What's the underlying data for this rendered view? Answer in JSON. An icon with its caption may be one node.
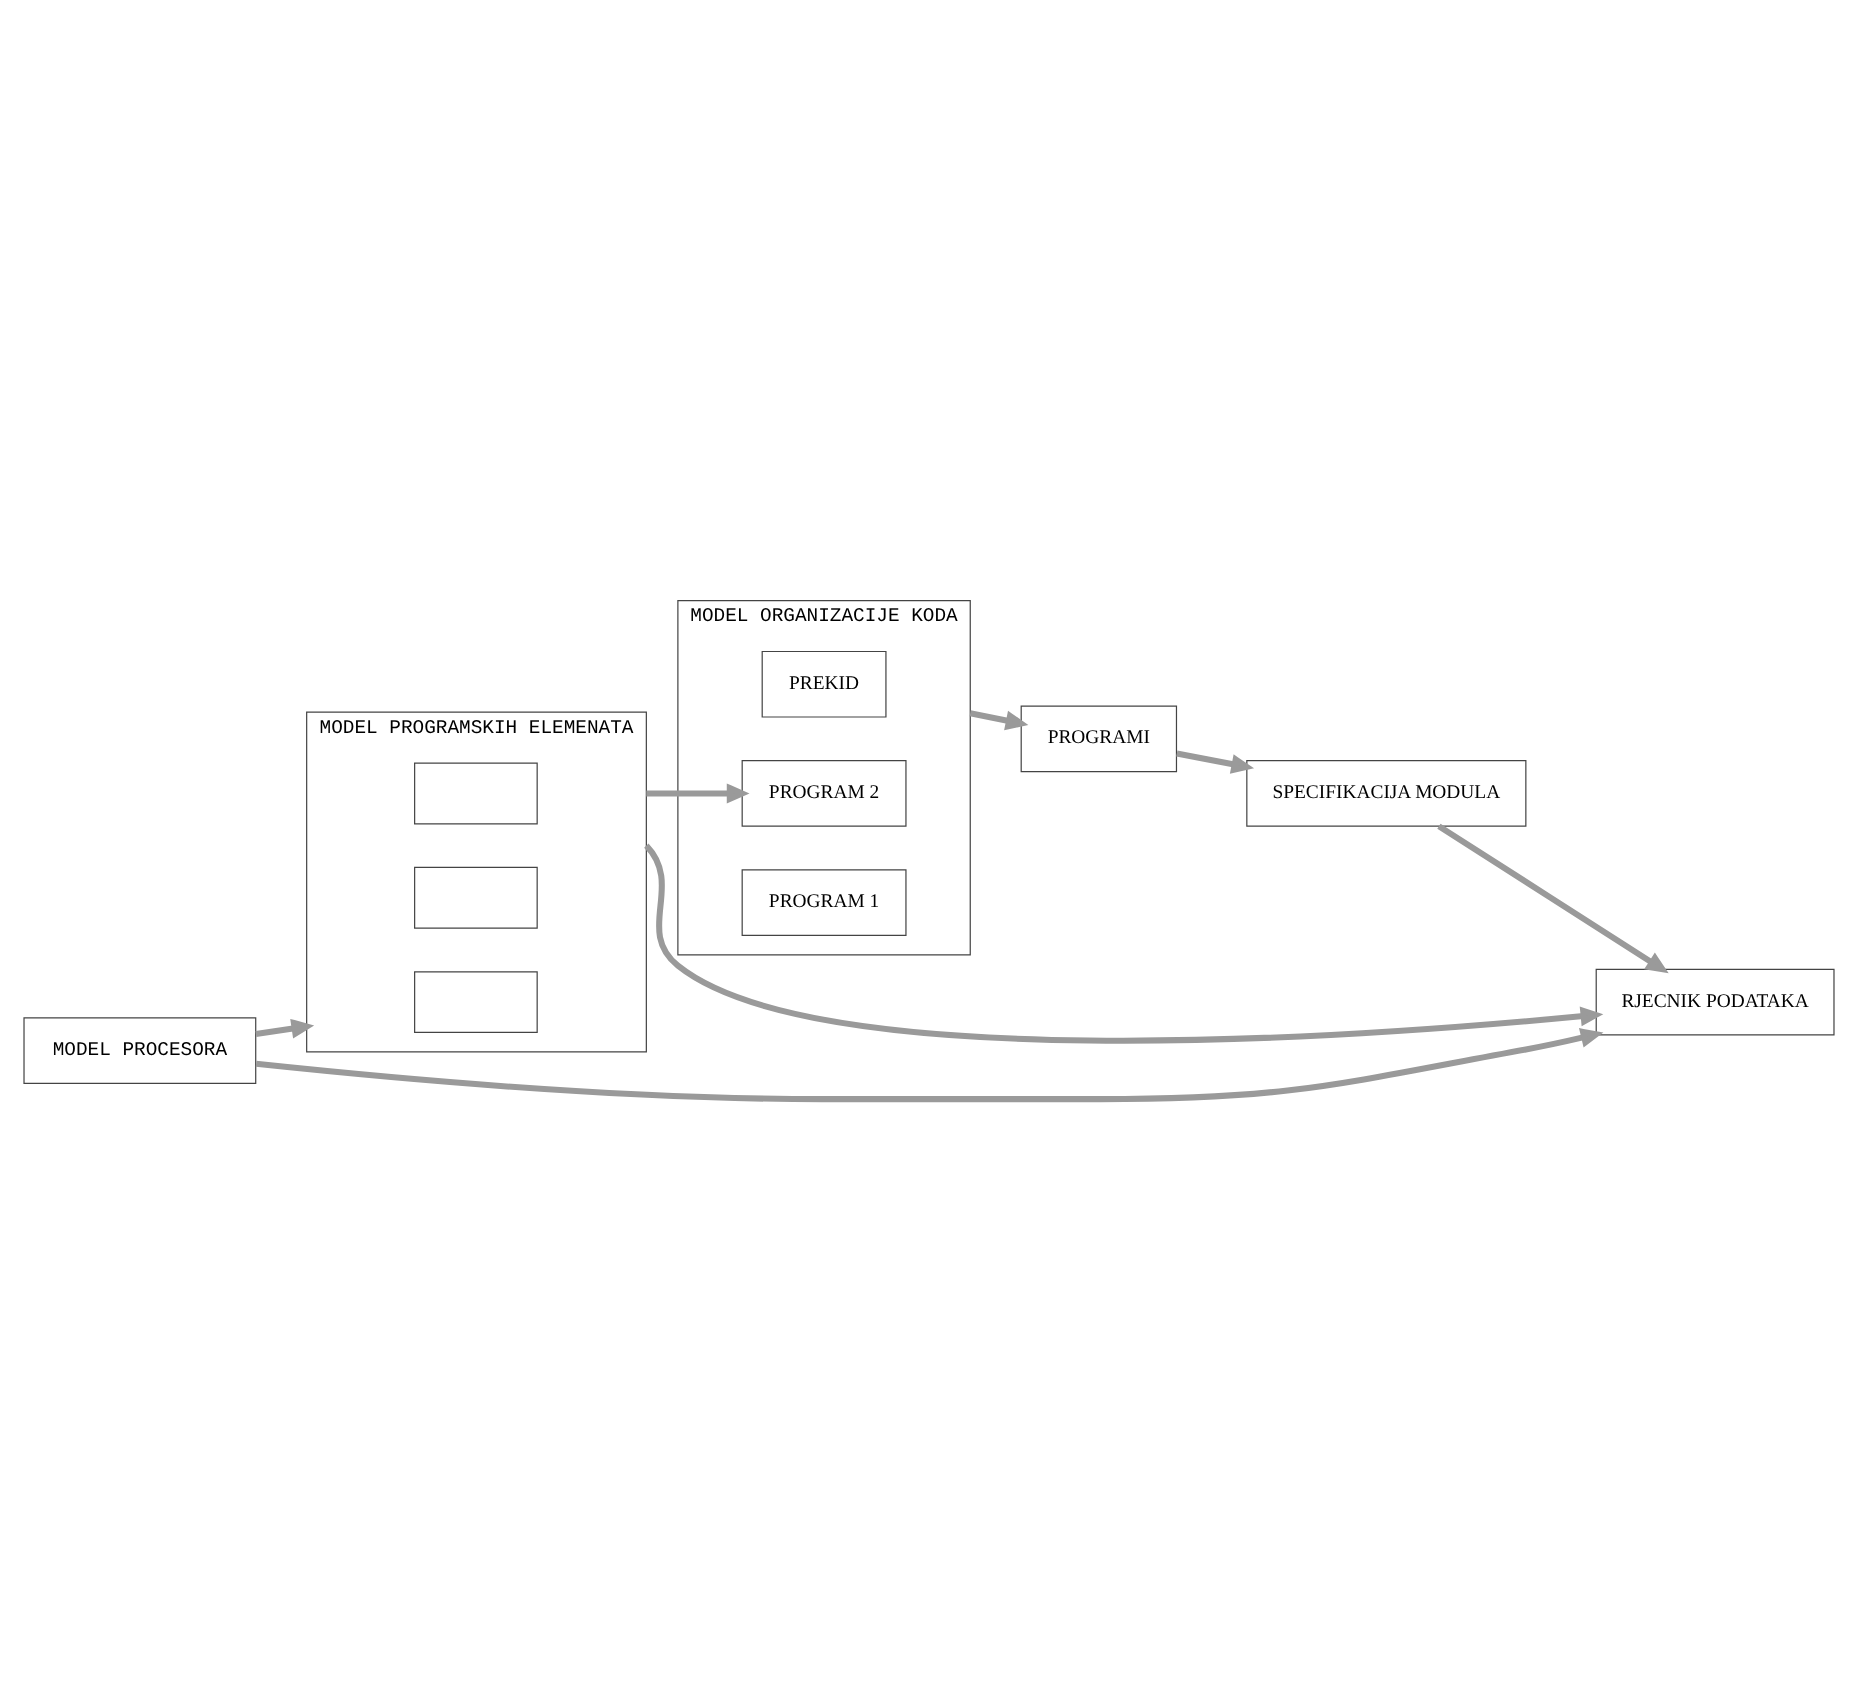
{
  "diagram": {
    "nodes": [
      {
        "text": [
          "MODEL PROCESORA"
        ]
      },
      {
        "text": [
          "MODEL PROGRAMSKIH ELEMENATA"
        ]
      },
      {
        "text": [],
        "shape": "box",
        "in": 1
      },
      {
        "text": [],
        "shape": "box",
        "in": 1
      },
      {
        "text": [],
        "shape": "box",
        "in": 1
      },
      {
        "text": [
          "MODEL ORGANIZACIJE KODA"
        ]
      },
      {
        "text": [
          "PROGRAM 1"
        ],
        "in": 5
      },
      {
        "text": [
          "PROGRAM 2"
        ],
        "in": 5
      },
      {
        "text": [
          "PREKID"
        ],
        "in": 5
      },
      {
        "text": [
          "PROGRAMI"
        ]
      },
      {
        "text": [
          "SPECIFIKACIJA MODULA"
        ]
      },
      {
        "text": [
          "RJECNIK PODATAKA"
        ]
      }
    ],
    "edges": [
      {
        "from": 0,
        "to": 1,
        "arrow": "to"
      },
      {
        "from": 1,
        "to": 7,
        "arrow": "to"
      },
      {
        "from": 5,
        "to": 9,
        "arrow": "to"
      },
      {
        "from": 9,
        "to": 10,
        "arrow": "to"
      },
      {
        "from": 0,
        "to": 11,
        "arrow": "to"
      },
      {
        "from": 1,
        "to": 11,
        "arrow": "to"
      },
      {
        "from": 10,
        "to": 11,
        "arrow": "to"
      }
    ]
  }
}
